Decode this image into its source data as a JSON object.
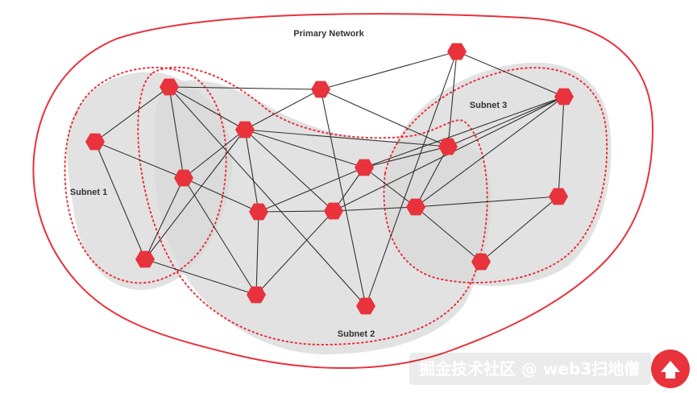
{
  "diagram": {
    "title": "Primary Network",
    "subnet_labels": [
      "Subnet 1",
      "Subnet 2",
      "Subnet 3"
    ],
    "watermark": "掘金技术社区 @ web3扫地僧"
  },
  "colors": {
    "node": "#e8323c",
    "boundary": "#e8323c",
    "dotted": "#e8323c",
    "shade": "#d8d8d8",
    "edge": "#333333"
  },
  "nodes": [
    {
      "id": "A"
    },
    {
      "id": "B"
    },
    {
      "id": "C"
    },
    {
      "id": "D"
    },
    {
      "id": "E"
    },
    {
      "id": "F"
    },
    {
      "id": "G"
    },
    {
      "id": "H"
    },
    {
      "id": "I"
    },
    {
      "id": "J"
    },
    {
      "id": "K"
    },
    {
      "id": "L"
    },
    {
      "id": "M"
    },
    {
      "id": "N"
    },
    {
      "id": "O"
    },
    {
      "id": "P"
    },
    {
      "id": "Q"
    }
  ],
  "edges": [
    [
      "A",
      "Q"
    ],
    [
      "A",
      "B"
    ],
    [
      "A",
      "E"
    ],
    [
      "A",
      "D"
    ],
    [
      "A",
      "C"
    ],
    [
      "B",
      "Q"
    ],
    [
      "B",
      "L"
    ],
    [
      "B",
      "M"
    ],
    [
      "B",
      "E"
    ],
    [
      "Q",
      "L"
    ],
    [
      "M",
      "L"
    ],
    [
      "C",
      "D"
    ],
    [
      "C",
      "F"
    ],
    [
      "D",
      "E"
    ],
    [
      "D",
      "F"
    ],
    [
      "D",
      "G"
    ],
    [
      "D",
      "I"
    ],
    [
      "E",
      "G"
    ],
    [
      "E",
      "H"
    ],
    [
      "E",
      "M"
    ],
    [
      "E",
      "J"
    ],
    [
      "E",
      "F"
    ],
    [
      "F",
      "I"
    ],
    [
      "G",
      "H"
    ],
    [
      "G",
      "J"
    ],
    [
      "G",
      "I"
    ],
    [
      "H",
      "J"
    ],
    [
      "H",
      "K"
    ],
    [
      "H",
      "N"
    ],
    [
      "H",
      "M"
    ],
    [
      "I",
      "J"
    ],
    [
      "J",
      "K"
    ],
    [
      "K",
      "N"
    ],
    [
      "K",
      "M"
    ],
    [
      "K",
      "P"
    ],
    [
      "K",
      "O"
    ],
    [
      "L",
      "N"
    ],
    [
      "M",
      "N"
    ],
    [
      "N",
      "O"
    ],
    [
      "O",
      "P"
    ],
    [
      "J",
      "N"
    ]
  ]
}
